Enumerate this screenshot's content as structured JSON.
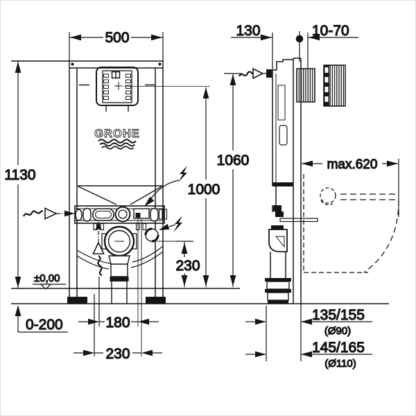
{
  "brand_logo": "GROHE",
  "front_view": {
    "frame_width": "500",
    "frame_height": "1130",
    "actuation_center_height": "1000",
    "outlet_center_height": "230",
    "floor_level": "±0,00",
    "floor_buildup_range": "0-200",
    "bolt_spacing_inner": "180",
    "bolt_spacing_outer": "230"
  },
  "side_view": {
    "frame_depth": "130",
    "plate_distance_range": "10-70",
    "cistern_top_height": "1060",
    "max_pan_depth": "max.620",
    "outlet_offset_small": "135/155",
    "outlet_dia_small": "(Ø90)",
    "outlet_offset_large": "145/165",
    "outlet_dia_large": "(Ø110)"
  }
}
